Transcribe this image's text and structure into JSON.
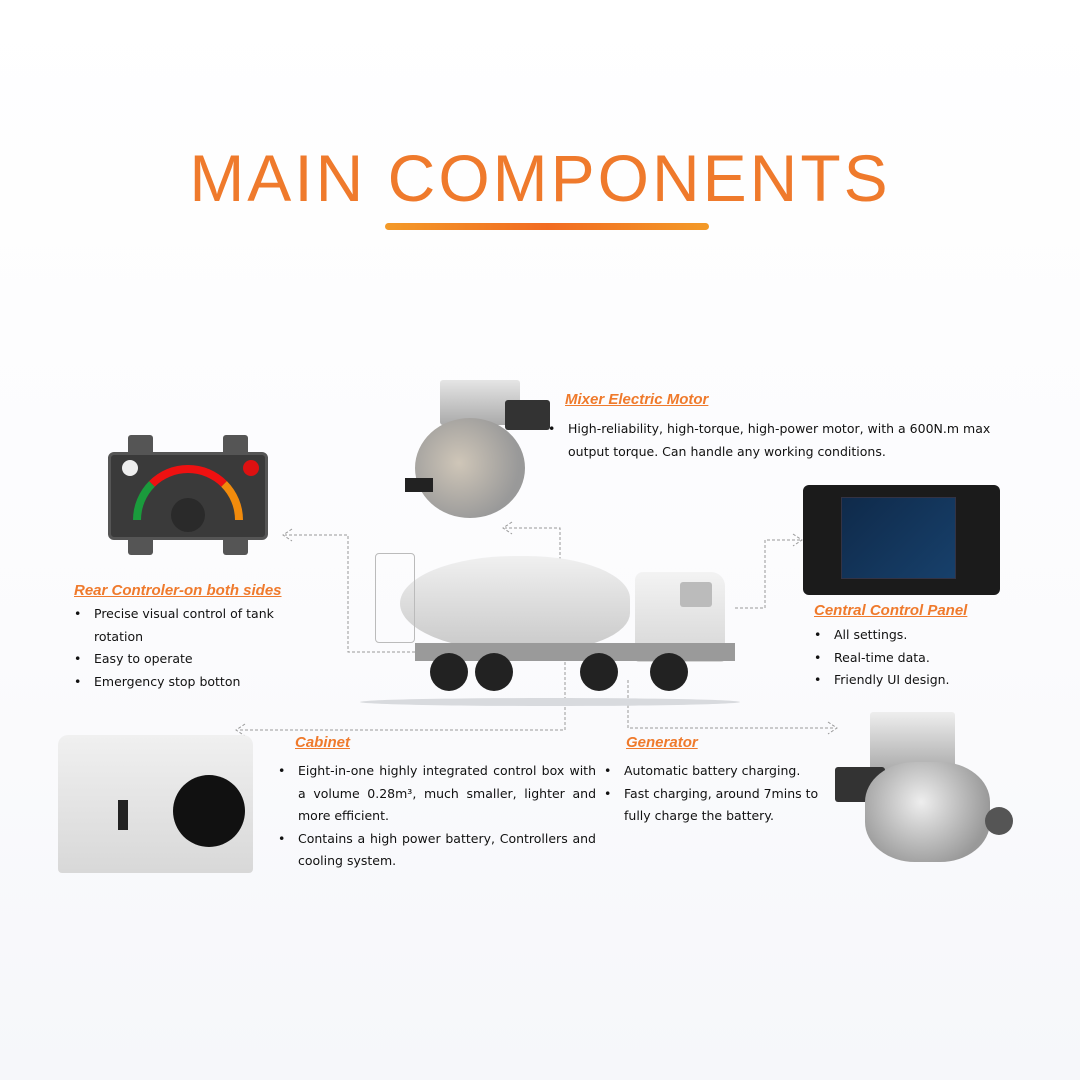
{
  "title": "MAIN COMPONENTS",
  "sections": {
    "motor": {
      "heading": "Mixer Electric Motor",
      "bullets": [
        "High-reliability, high-torque, high-power motor, with a 600N.m max output torque. Can handle any working conditions."
      ]
    },
    "rear": {
      "heading": "Rear Controler-on both sides",
      "bullets": [
        "Precise visual control of tank rotation",
        "Easy to operate",
        "Emergency stop botton"
      ]
    },
    "panel": {
      "heading": "Central Control Panel",
      "bullets": [
        "All settings.",
        "Real-time data.",
        "Friendly UI design."
      ]
    },
    "cabinet": {
      "heading": "Cabinet",
      "bullets": [
        "Eight-in-one highly integrated control box with a volume 0.28m³, much smaller, lighter and more efficient.",
        "Contains a high power battery, Controllers and cooling system."
      ]
    },
    "generator": {
      "heading": "Generator",
      "bullets": [
        "Automatic battery charging.",
        "Fast charging, around 7mins to fully charge the battery."
      ]
    }
  },
  "colors": {
    "accent": "#ef7a2c"
  }
}
